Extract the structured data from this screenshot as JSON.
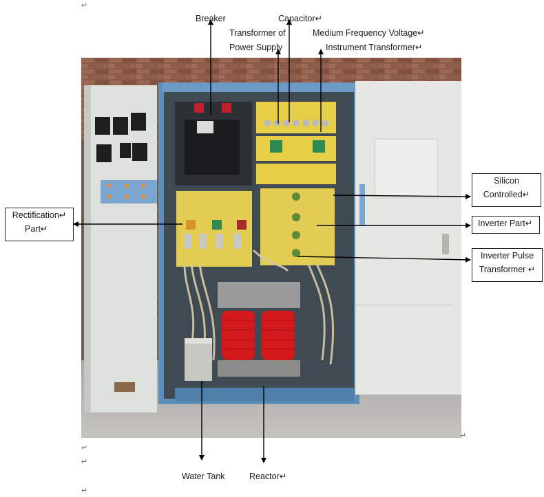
{
  "paragraph_mark": "↵",
  "labels": {
    "breaker": "Breaker",
    "capacitor": "Capacitor↵",
    "transformer_power_1": "Transformer of",
    "transformer_power_2": "Power Supply",
    "mf_voltage_1": "Medium Frequency Voltage↵",
    "mf_voltage_2": "Instrument Transformer↵",
    "silicon_1": "Silicon",
    "silicon_2": "Controlled↵",
    "rectification_1": "Rectification↵",
    "rectification_2": "Part↵",
    "inverter_part": "Inverter Part↵",
    "inverter_pulse_1": "Inverter  Pulse",
    "inverter_pulse_2": "Transformer ↵",
    "water_tank": "Water Tank",
    "reactor": "Reactor↵"
  }
}
